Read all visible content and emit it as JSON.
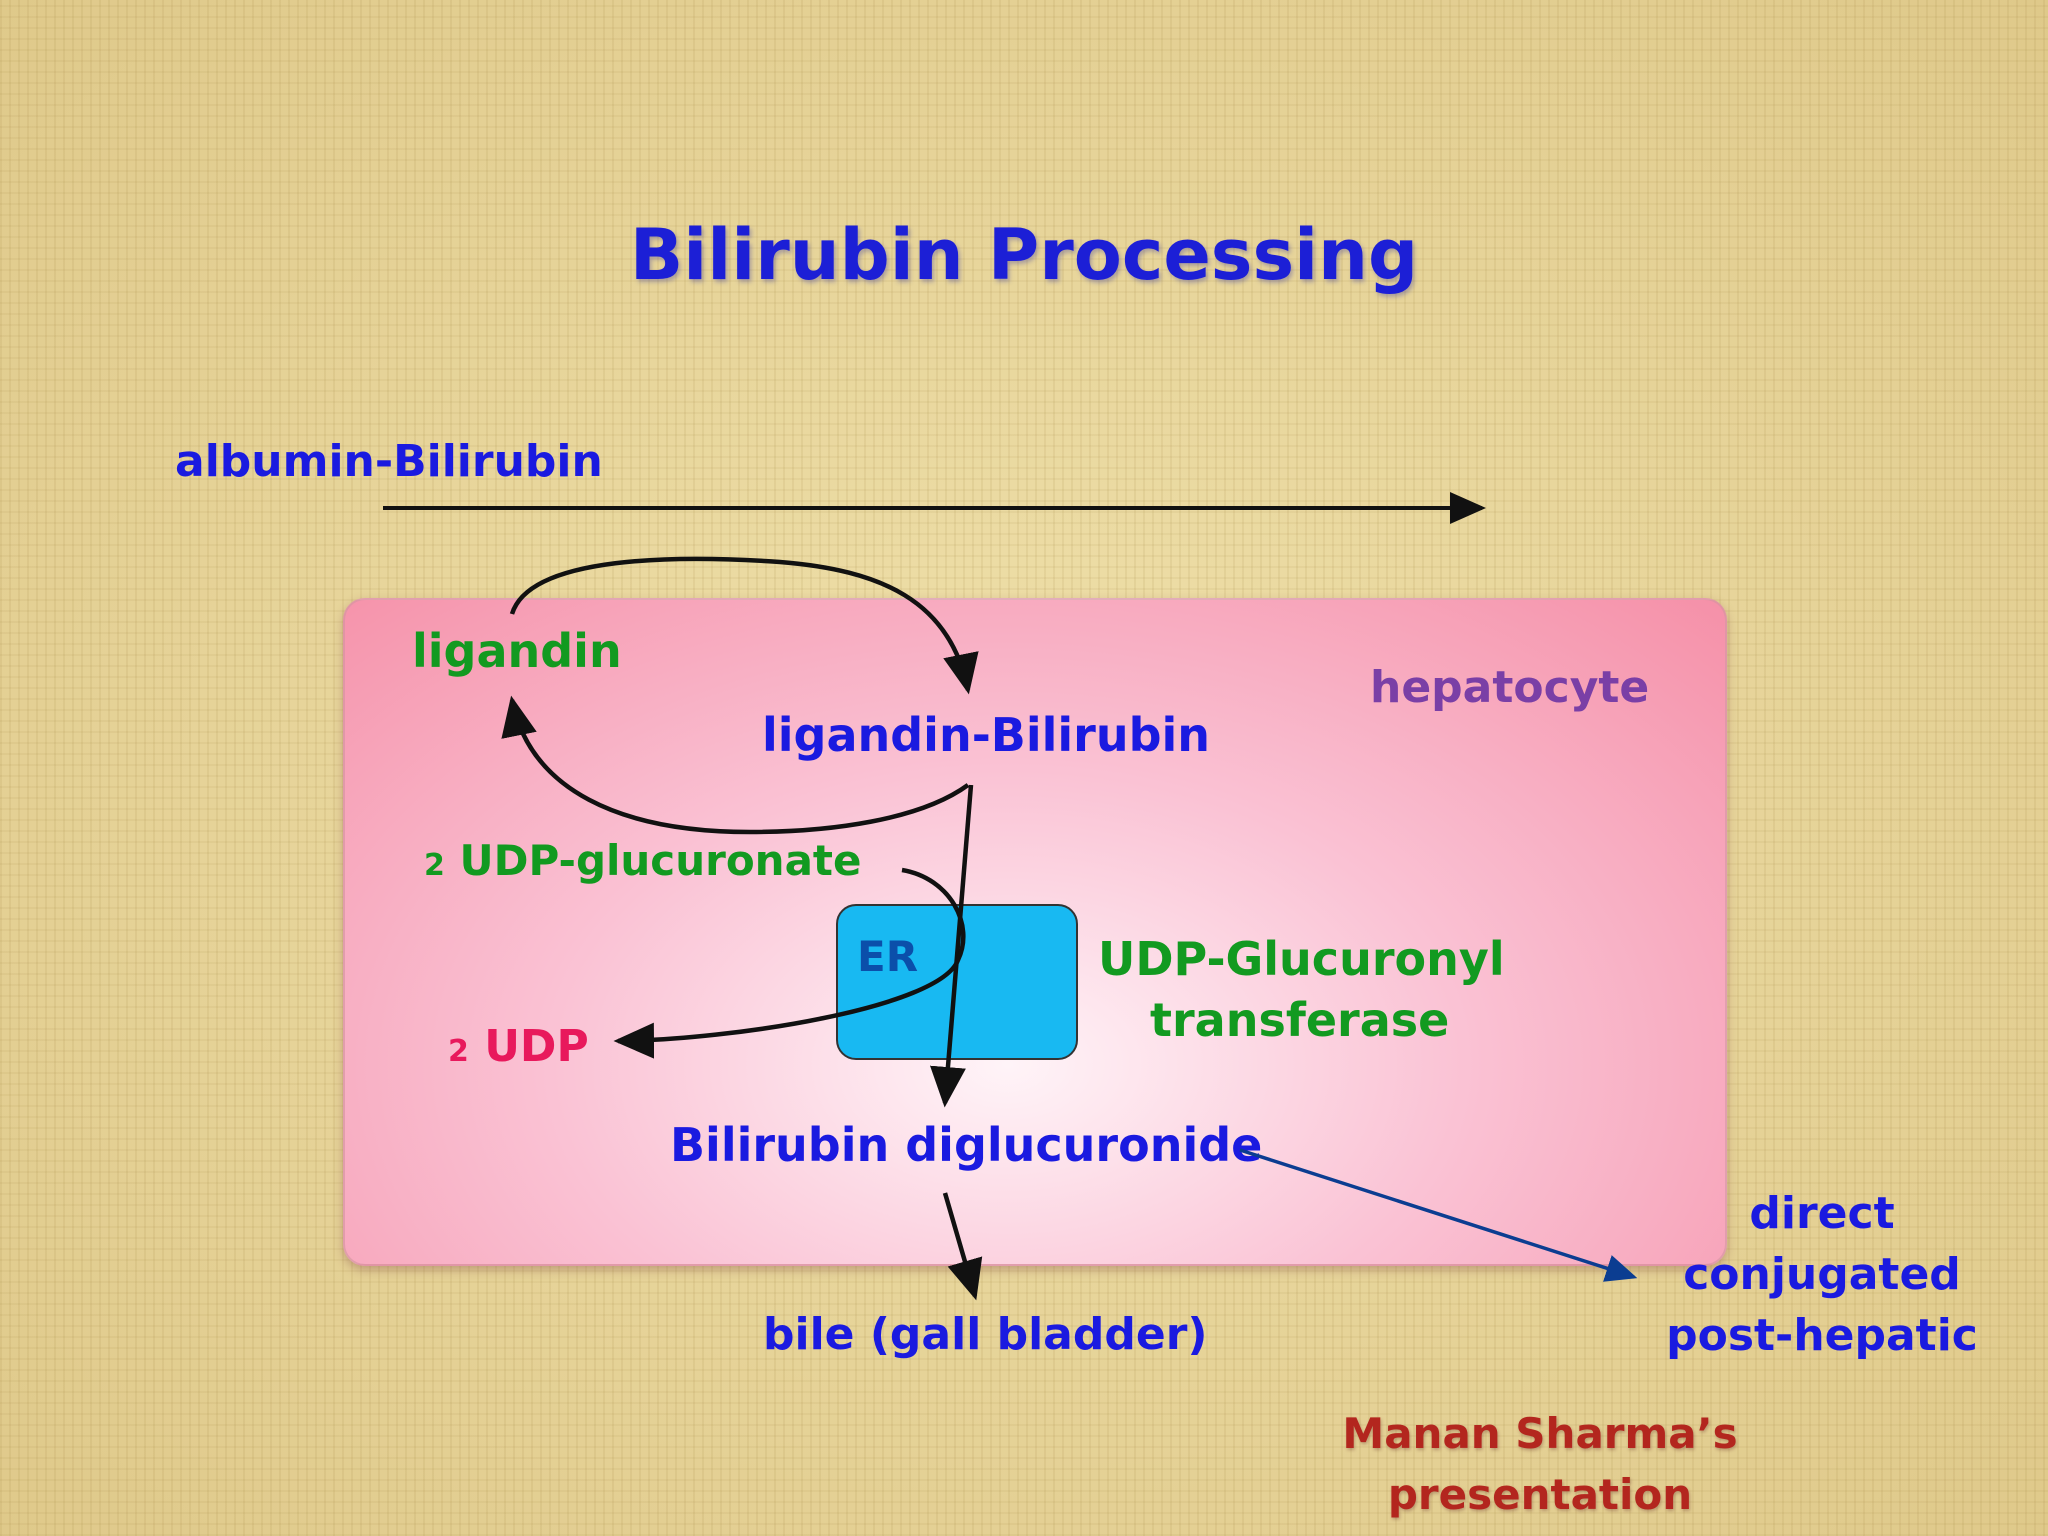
{
  "title": "Bilirubin Processing",
  "labels": {
    "albumin_bilirubin": "albumin-Bilirubin",
    "hepatocyte": "hepatocyte",
    "ligandin": "ligandin",
    "ligandin_bilirubin": "ligandin-Bilirubin",
    "udp_glucuronate_count": "2",
    "udp_glucuronate": "UDP-glucuronate",
    "er": "ER",
    "enzyme_line1": "UDP-Glucuronyl",
    "enzyme_line2": "transferase",
    "udp_count": "2",
    "udp": "UDP",
    "bilirubin_diglucuronide": "Bilirubin diglucuronide",
    "bile": "bile (gall bladder)",
    "direct_line1": "direct",
    "direct_line2": "conjugated",
    "direct_line3": "post-hepatic"
  },
  "credit": {
    "line1": "Manan Sharma’s",
    "line2": "presentation"
  },
  "colors": {
    "title": "#1c1fd6",
    "blue_text": "#1a1ae0",
    "green_text": "#129a20",
    "hepatocyte_text": "#7a3fa6",
    "udp_text": "#e8195c",
    "er_box": "#18b9f2",
    "credit_text": "#b3261e",
    "post_hepatic_arrow": "#0b3d91"
  }
}
